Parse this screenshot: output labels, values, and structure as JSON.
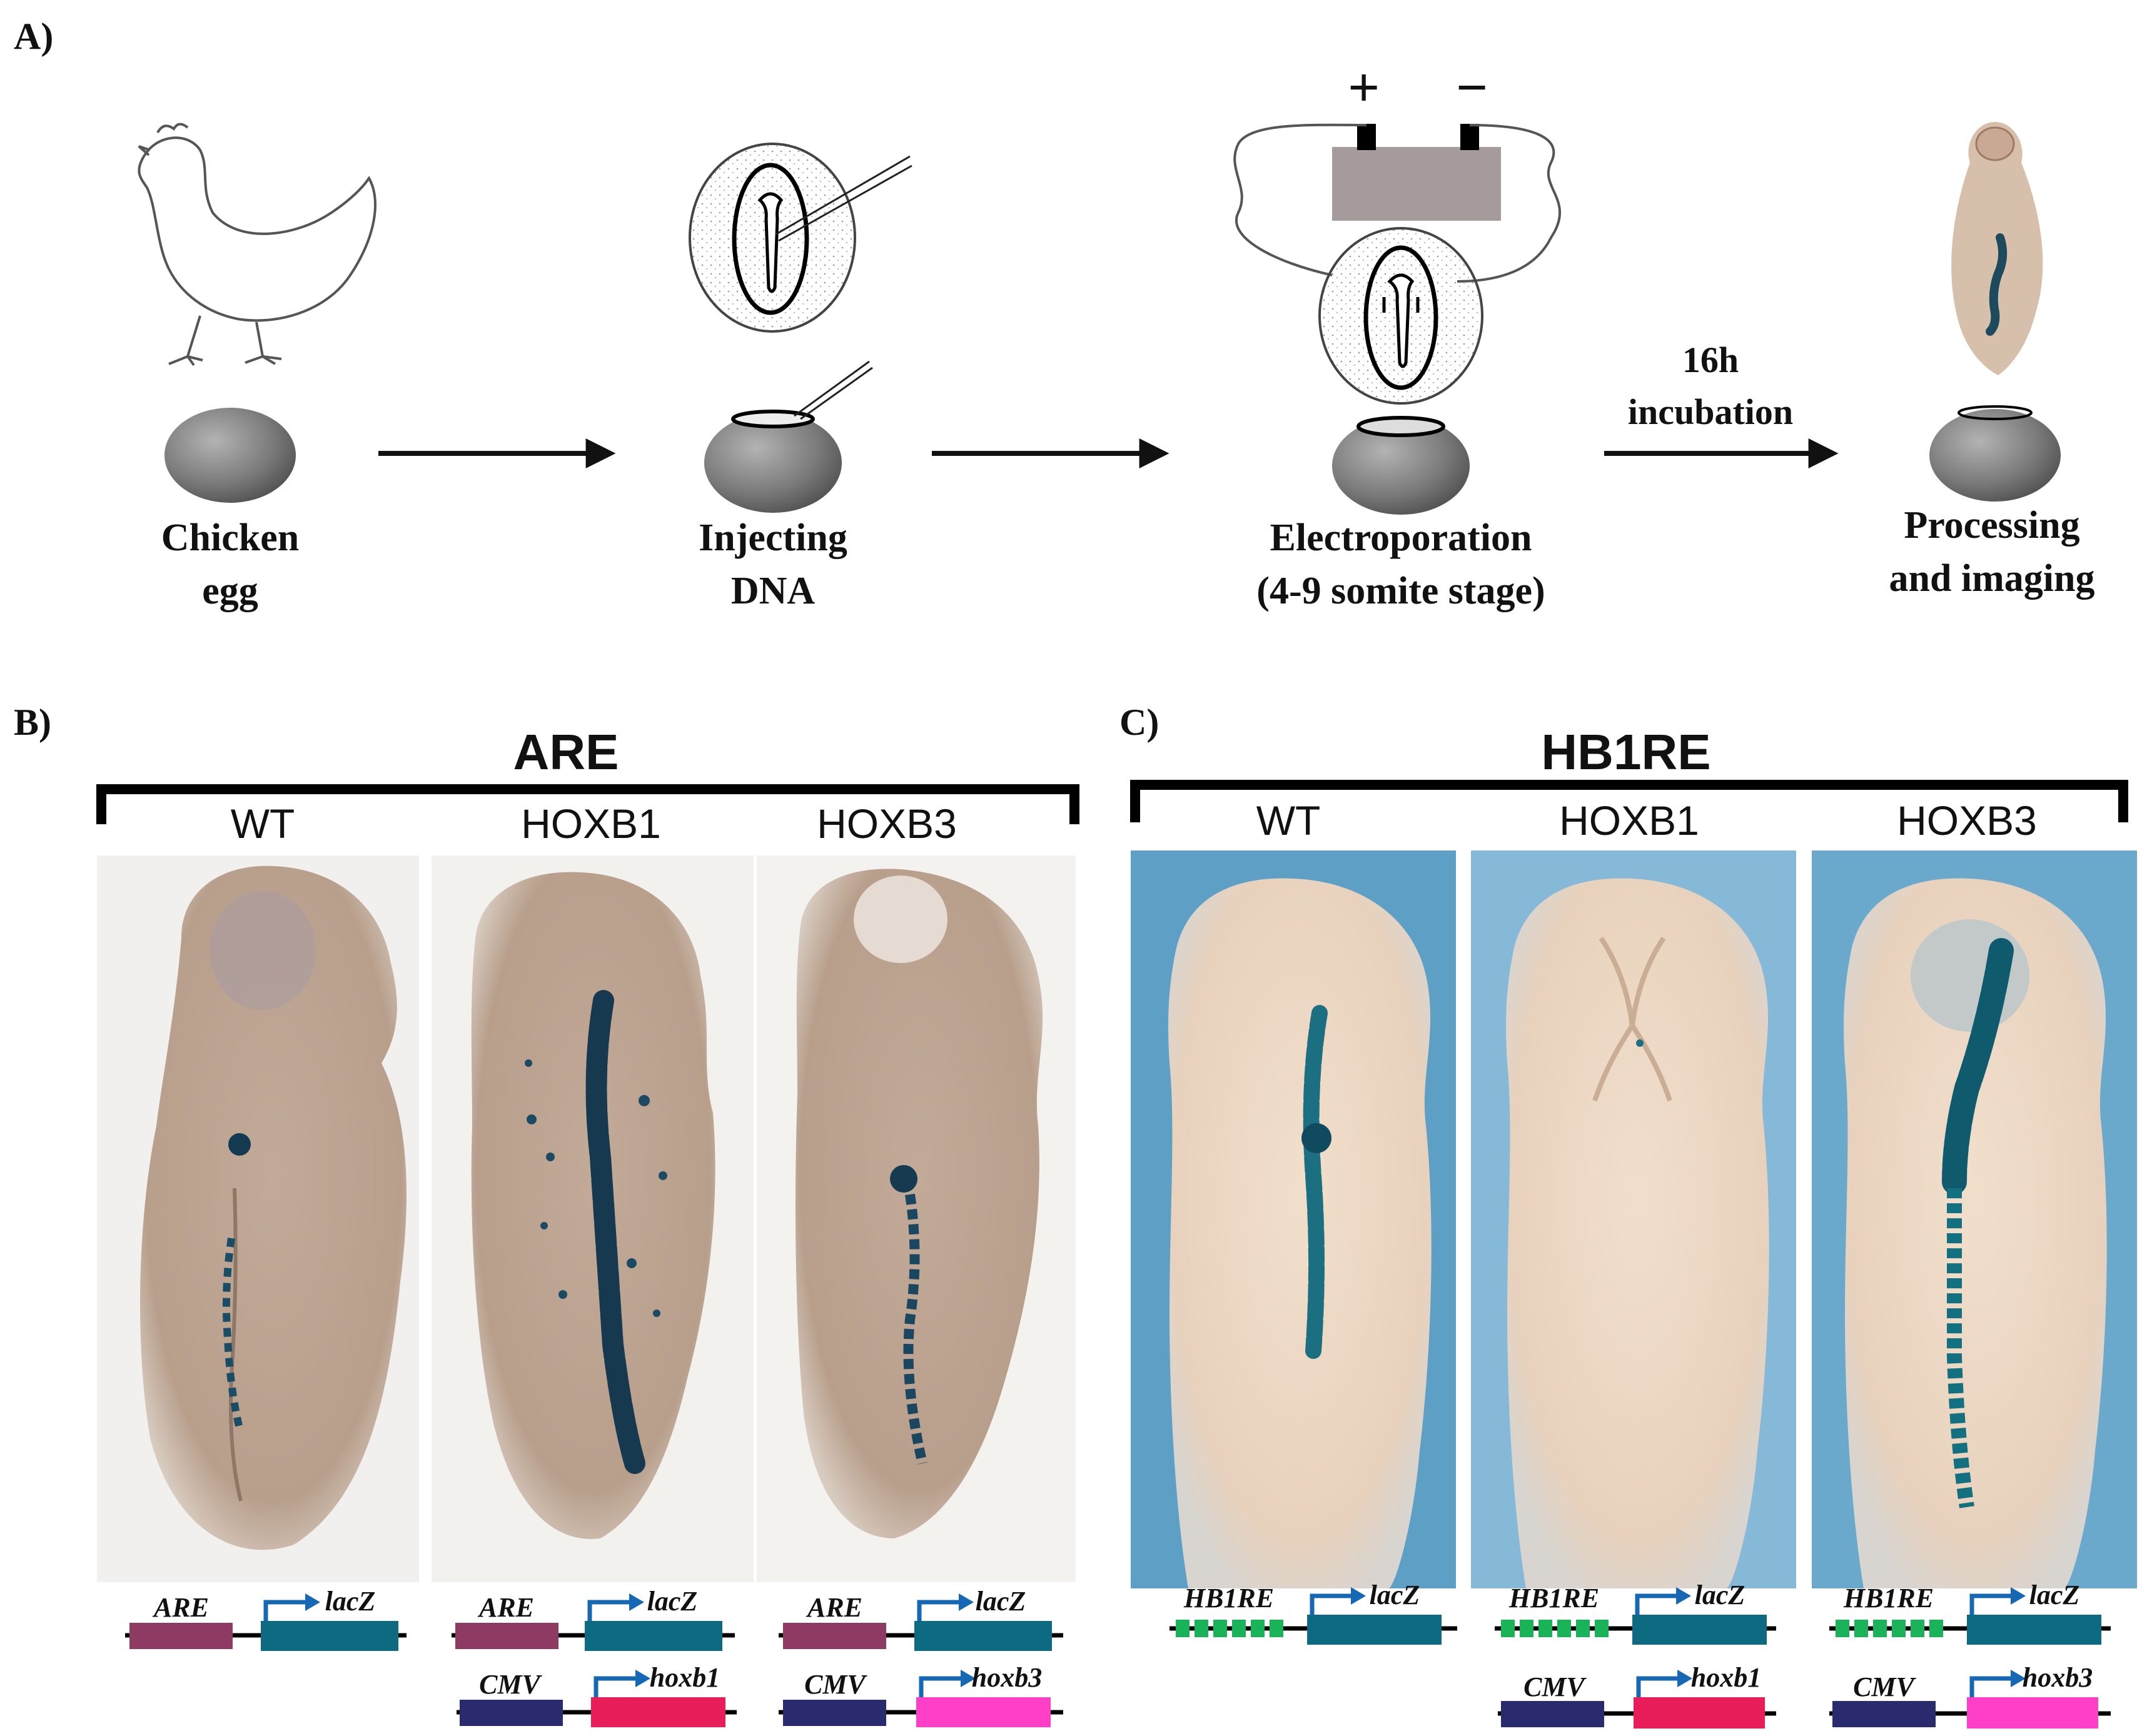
{
  "panels": {
    "a": {
      "label": "A)",
      "steps": [
        {
          "line1": "Chicken",
          "line2": "egg"
        },
        {
          "line1": "Injecting",
          "line2": "DNA"
        },
        {
          "line1": "Electroporation",
          "line2": "(4-9 somite stage)"
        },
        {
          "line1": "Processing",
          "line2": "and imaging"
        }
      ],
      "incubation": {
        "line1": "16h",
        "line2": "incubation"
      },
      "plus": "+",
      "minus": "−"
    },
    "b": {
      "label": "B)",
      "title": "ARE",
      "columns": [
        "WT",
        "HOXB1",
        "HOXB3"
      ],
      "constructs": {
        "element": "ARE",
        "reporter": "lacZ",
        "promoter": "CMV",
        "genes": [
          "hoxb1",
          "hoxb3"
        ]
      }
    },
    "c": {
      "label": "C)",
      "title": "HB1RE",
      "columns": [
        "WT",
        "HOXB1",
        "HOXB3"
      ],
      "constructs": {
        "element": "HB1RE",
        "reporter": "lacZ",
        "promoter": "CMV",
        "genes": [
          "hoxb1",
          "hoxb3"
        ]
      }
    }
  },
  "colors": {
    "are_box": "#8e3a63",
    "lacz_box": "#0d6a80",
    "cmv_box": "#2a2a6e",
    "hoxb1_box": "#e81d5a",
    "hoxb3_box": "#ff3fc8",
    "hb1re_box": "#1bb35a",
    "arrow": "#1668b5",
    "stain": "#0f3f5a",
    "embryo": "#b9a190",
    "panel_c_bg": "#5e9fc6"
  }
}
